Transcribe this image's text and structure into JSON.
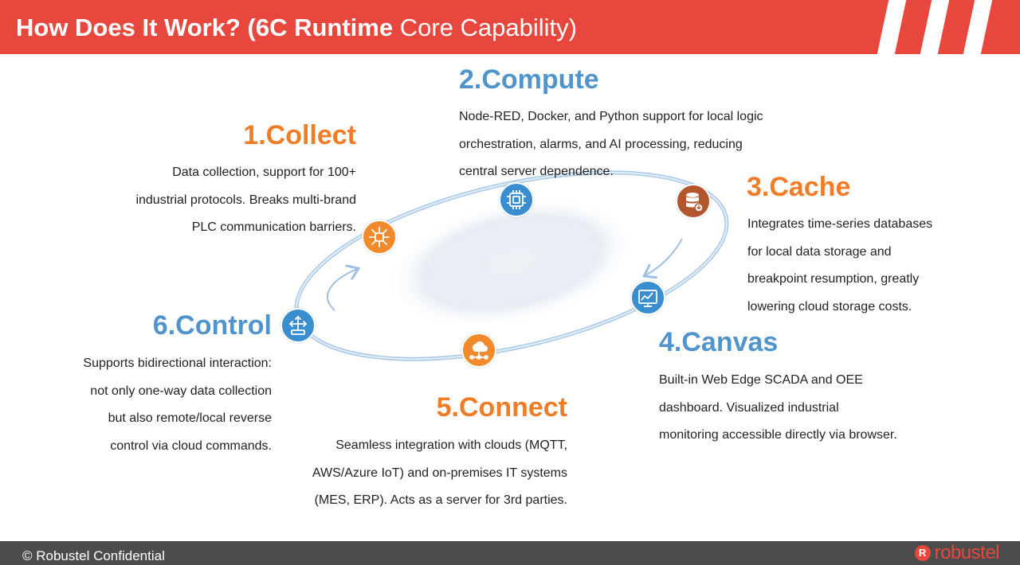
{
  "header": {
    "title_bold": "How Does It Work? (6C Runtime",
    "title_regular": " Core Capability)"
  },
  "steps": {
    "collect": {
      "title": "1.Collect",
      "lines": [
        "Data collection, support for 100+",
        "industrial protocols. Breaks multi-brand",
        "PLC communication barriers."
      ],
      "icon": "hub-icon"
    },
    "compute": {
      "title": "2.Compute",
      "lines": [
        "Node-RED, Docker, and Python support for local logic",
        "orchestration, alarms, and AI processing, reducing",
        "central server dependence."
      ],
      "icon": "chip-icon"
    },
    "cache": {
      "title": "3.Cache",
      "lines": [
        "Integrates time-series databases",
        "for local data storage and",
        "breakpoint resumption, greatly",
        "lowering cloud storage costs."
      ],
      "icon": "database-icon"
    },
    "canvas": {
      "title": "4.Canvas",
      "lines": [
        "Built-in Web Edge SCADA and OEE",
        "dashboard. Visualized industrial",
        "monitoring accessible directly via browser."
      ],
      "icon": "dashboard-icon"
    },
    "connect": {
      "title": "5.Connect",
      "lines": [
        "Seamless integration with clouds (MQTT,",
        "AWS/Azure IoT) and on-premises IT systems",
        "(MES, ERP). Acts as a server for 3rd parties."
      ],
      "icon": "cloud-network-icon"
    },
    "control": {
      "title": "6.Control",
      "lines": [
        "Supports bidirectional interaction:",
        "not only one-way data collection",
        "but also remote/local reverse",
        "control via cloud commands."
      ],
      "icon": "control-icon"
    }
  },
  "footer": {
    "confidential": "© Robustel Confidential",
    "logo_mark": "R",
    "logo_text": "robustel"
  },
  "colors": {
    "header_red": "#e8473d",
    "orange": "#ef7d28",
    "blue": "#4f94cd",
    "footer_gray": "#4c4c4c"
  }
}
